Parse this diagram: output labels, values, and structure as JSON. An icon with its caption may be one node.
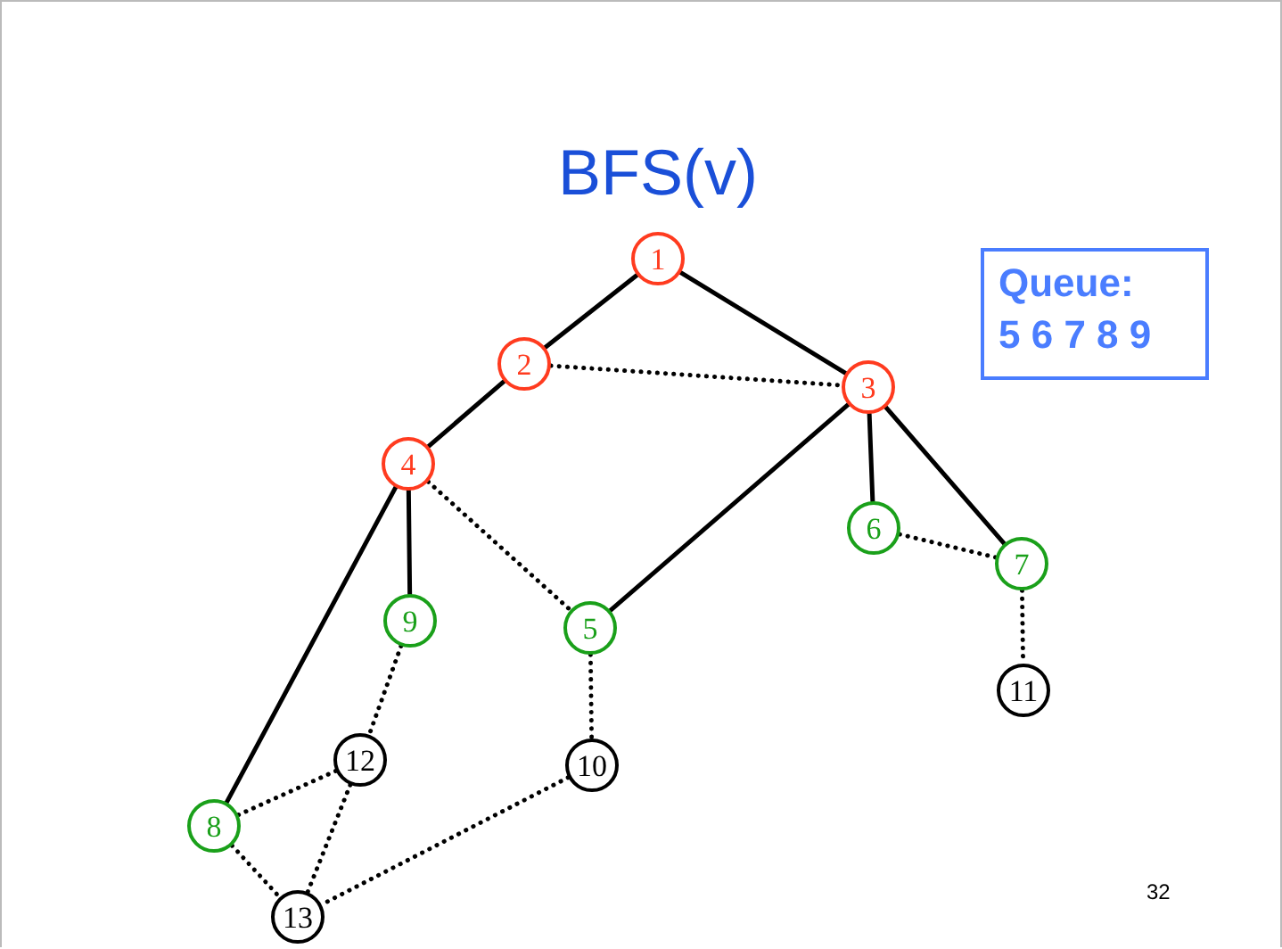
{
  "diagram": {
    "title": "BFS(v)",
    "nodes": [
      {
        "text": [
          "1"
        ]
      },
      {
        "text": [
          "2"
        ]
      },
      {
        "text": [
          "3"
        ]
      },
      {
        "text": [
          "4"
        ]
      },
      {
        "text": [
          "5"
        ]
      },
      {
        "text": [
          "6"
        ]
      },
      {
        "text": [
          "7"
        ]
      },
      {
        "text": [
          "8"
        ]
      },
      {
        "text": [
          "9"
        ]
      },
      {
        "text": [
          "10"
        ]
      },
      {
        "text": [
          "11"
        ]
      },
      {
        "text": [
          "12"
        ]
      },
      {
        "text": [
          "13"
        ]
      },
      {
        "text": [
          "Queue:",
          "5 6 7 8 9"
        ]
      }
    ],
    "edges": [
      {
        "from": 0,
        "to": 1,
        "arrow": "none"
      },
      {
        "from": 0,
        "to": 2,
        "arrow": "none"
      },
      {
        "from": 1,
        "to": 2,
        "arrow": "none",
        "style": "dashed"
      },
      {
        "from": 1,
        "to": 3,
        "arrow": "none"
      },
      {
        "from": 2,
        "to": 4,
        "arrow": "none"
      },
      {
        "from": 2,
        "to": 5,
        "arrow": "none"
      },
      {
        "from": 2,
        "to": 6,
        "arrow": "none"
      },
      {
        "from": 3,
        "to": 4,
        "arrow": "none",
        "style": "dashed"
      },
      {
        "from": 3,
        "to": 8,
        "arrow": "none"
      },
      {
        "from": 3,
        "to": 7,
        "arrow": "none"
      },
      {
        "from": 5,
        "to": 6,
        "arrow": "none",
        "style": "dashed"
      },
      {
        "from": 6,
        "to": 10,
        "arrow": "none",
        "style": "dashed"
      },
      {
        "from": 8,
        "to": 11,
        "arrow": "none",
        "style": "dashed"
      },
      {
        "from": 4,
        "to": 9,
        "arrow": "none",
        "style": "dashed"
      },
      {
        "from": 11,
        "to": 7,
        "arrow": "none",
        "style": "dashed"
      },
      {
        "from": 11,
        "to": 12,
        "arrow": "none",
        "style": "dashed"
      },
      {
        "from": 7,
        "to": 12,
        "arrow": "none",
        "style": "dashed"
      },
      {
        "from": 9,
        "to": 12,
        "arrow": "none",
        "style": "dashed"
      }
    ],
    "labels": [
      "32"
    ]
  }
}
